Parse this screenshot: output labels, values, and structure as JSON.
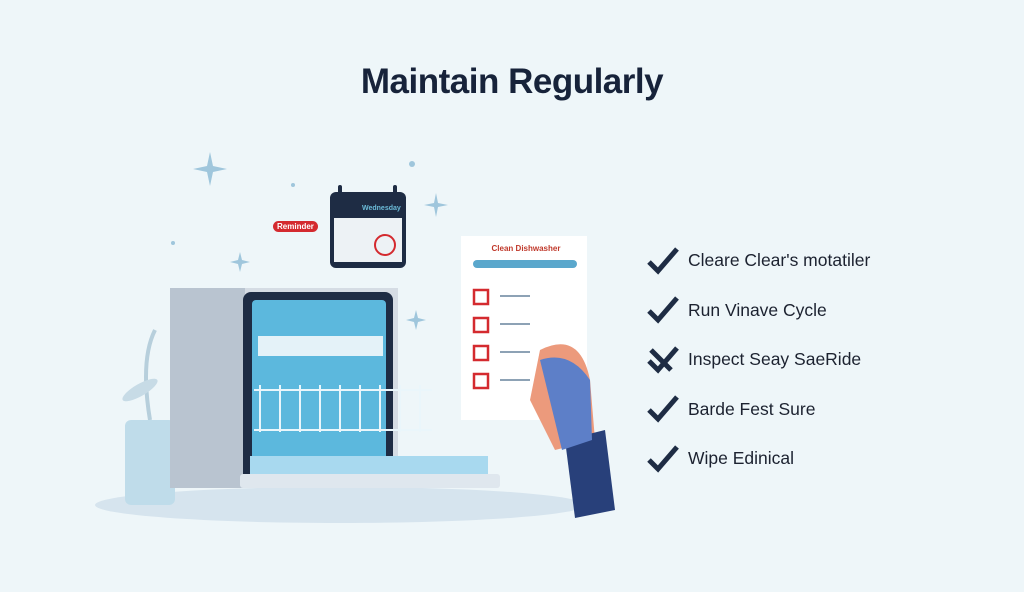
{
  "title": "Maintain Regularly",
  "badge": "Reminder",
  "calendar_header": "Wednesday",
  "checklist_doc_title": "Clean Dishwasher",
  "checklist": [
    {
      "icon": "check-icon",
      "label": "Cleare Clear's motatiler"
    },
    {
      "icon": "check-icon",
      "label": "Run Vinave Cycle"
    },
    {
      "icon": "x-check-icon",
      "label": "Inspect Seay SaeRide"
    },
    {
      "icon": "check-icon",
      "label": "Barde Fest Sure"
    },
    {
      "icon": "check-icon",
      "label": "Wipe Edinical"
    }
  ],
  "colors": {
    "background": "#eef6f9",
    "navy": "#17233a",
    "accent_red": "#d42a2f",
    "water_blue": "#5cb8dd"
  }
}
